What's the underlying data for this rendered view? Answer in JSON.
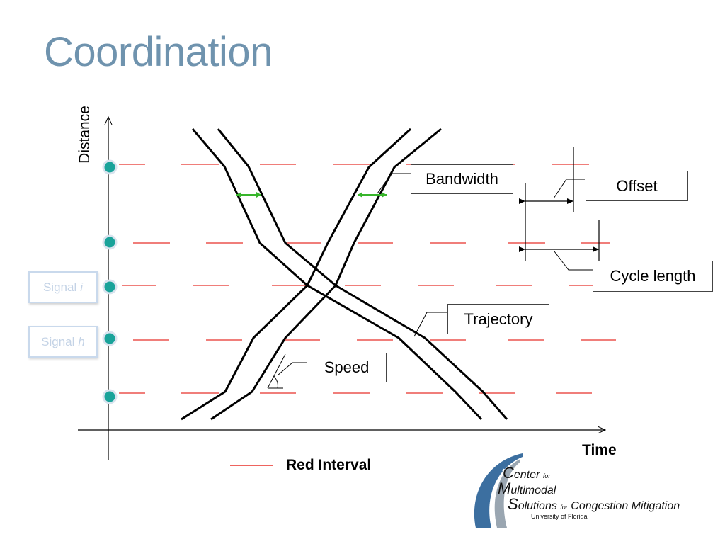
{
  "title": "Coordination",
  "axes": {
    "y_label": "Distance",
    "x_label": "Time"
  },
  "annotations": {
    "bandwidth": "Bandwidth",
    "offset": "Offset",
    "cycle_length": "Cycle length",
    "trajectory": "Trajectory",
    "speed": "Speed"
  },
  "signals": [
    {
      "name": "Signal",
      "index": "i"
    },
    {
      "name": "Signal",
      "index": "h"
    }
  ],
  "legend": {
    "label": "Red Interval",
    "color": "#e8312a"
  },
  "colors": {
    "title": "#6f93ae",
    "signal_node": "#1aa39a",
    "bandwidth_arrow": "#37b52b",
    "red_interval": "#e8312a"
  },
  "logo": {
    "line1_initial": "C",
    "line1_rest": "enter",
    "line1_for": "for",
    "line2_initial": "M",
    "line2_rest": "ultimodal",
    "line3_initial": "S",
    "line3_rest": "olutions",
    "line3_for": "for",
    "line3_tail": "Congestion Mitigation",
    "line4": "University of Florida"
  }
}
